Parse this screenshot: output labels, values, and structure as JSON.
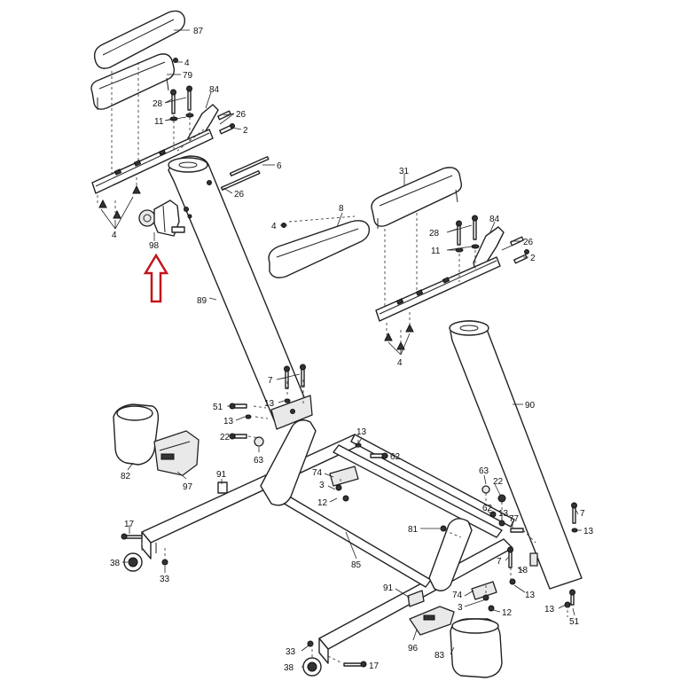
{
  "callouts": [
    {
      "id": "c87a",
      "text": "87"
    },
    {
      "id": "c4a",
      "text": "4"
    },
    {
      "id": "c79",
      "text": "79"
    },
    {
      "id": "c84a",
      "text": "84"
    },
    {
      "id": "c28a",
      "text": "28"
    },
    {
      "id": "c11a",
      "text": "11"
    },
    {
      "id": "c26a",
      "text": "26"
    },
    {
      "id": "c2a",
      "text": "2"
    },
    {
      "id": "c6",
      "text": "6"
    },
    {
      "id": "c26b",
      "text": "26"
    },
    {
      "id": "c4b",
      "text": "4"
    },
    {
      "id": "c98",
      "text": "98"
    },
    {
      "id": "c89",
      "text": "89"
    },
    {
      "id": "c31",
      "text": "31"
    },
    {
      "id": "c8",
      "text": "8"
    },
    {
      "id": "c4c",
      "text": "4"
    },
    {
      "id": "c84b",
      "text": "84"
    },
    {
      "id": "c28b",
      "text": "28"
    },
    {
      "id": "c26c",
      "text": "26"
    },
    {
      "id": "c11b",
      "text": "11"
    },
    {
      "id": "c2b",
      "text": "2"
    },
    {
      "id": "c4d",
      "text": "4"
    },
    {
      "id": "c90",
      "text": "90"
    },
    {
      "id": "c7a",
      "text": "7"
    },
    {
      "id": "c13a",
      "text": "13"
    },
    {
      "id": "c51a",
      "text": "51"
    },
    {
      "id": "c13b",
      "text": "13"
    },
    {
      "id": "c22a",
      "text": "22"
    },
    {
      "id": "c63a",
      "text": "63"
    },
    {
      "id": "c13c",
      "text": "13"
    },
    {
      "id": "c62a",
      "text": "62"
    },
    {
      "id": "c82",
      "text": "82"
    },
    {
      "id": "c97",
      "text": "97"
    },
    {
      "id": "c91a",
      "text": "91"
    },
    {
      "id": "c74a",
      "text": "74"
    },
    {
      "id": "c3a",
      "text": "3"
    },
    {
      "id": "c12a",
      "text": "12"
    },
    {
      "id": "c63b",
      "text": "63"
    },
    {
      "id": "c22b",
      "text": "22"
    },
    {
      "id": "c62b",
      "text": "62"
    },
    {
      "id": "c13d",
      "text": "13"
    },
    {
      "id": "c77",
      "text": "77"
    },
    {
      "id": "c7b",
      "text": "7"
    },
    {
      "id": "c13e",
      "text": "13"
    },
    {
      "id": "c81",
      "text": "81"
    },
    {
      "id": "c17a",
      "text": "17"
    },
    {
      "id": "c38a",
      "text": "38"
    },
    {
      "id": "c33a",
      "text": "33"
    },
    {
      "id": "c85",
      "text": "85"
    },
    {
      "id": "c7c",
      "text": "7"
    },
    {
      "id": "c18",
      "text": "18"
    },
    {
      "id": "c13f",
      "text": "13"
    },
    {
      "id": "c91b",
      "text": "91"
    },
    {
      "id": "c74b",
      "text": "74"
    },
    {
      "id": "c3b",
      "text": "3"
    },
    {
      "id": "c12b",
      "text": "12"
    },
    {
      "id": "c13g",
      "text": "13"
    },
    {
      "id": "c51b",
      "text": "51"
    },
    {
      "id": "c96",
      "text": "96"
    },
    {
      "id": "c83",
      "text": "83"
    },
    {
      "id": "c33b",
      "text": "33"
    },
    {
      "id": "c38b",
      "text": "38"
    },
    {
      "id": "c17b",
      "text": "17"
    }
  ],
  "colors": {
    "highlight_arrow": "#c0161b",
    "line": "#222222",
    "background": "#ffffff"
  },
  "highlight": {
    "part": "98",
    "shape": "up-arrow-outline"
  }
}
